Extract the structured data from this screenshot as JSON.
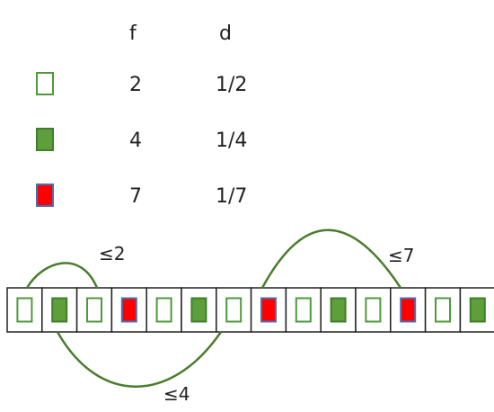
{
  "legend": {
    "headers": {
      "f": "f",
      "d": "d"
    },
    "rows": [
      {
        "icon": "hollow-green-square-icon",
        "f": "2",
        "d": "1/2"
      },
      {
        "icon": "filled-green-square-icon",
        "f": "4",
        "d": "1/4"
      },
      {
        "icon": "red-square-icon",
        "f": "7",
        "d": "1/7"
      }
    ]
  },
  "strip": {
    "cells": [
      "empty",
      "green",
      "empty",
      "red",
      "empty",
      "green",
      "empty",
      "red",
      "empty",
      "green",
      "empty",
      "red",
      "empty",
      "green"
    ]
  },
  "arcs": [
    {
      "label": "≤2",
      "side": "above"
    },
    {
      "label": "≤4",
      "side": "below"
    },
    {
      "label": "≤7",
      "side": "above"
    }
  ],
  "colors": {
    "hollow_border": "#4e9a3a",
    "green_fill": "#5e9e3b",
    "green_border": "#3f7f2c",
    "red_fill": "#ff0000",
    "red_border": "#4a6fb3",
    "arc": "#4a7d2e",
    "cell_border": "#222222"
  }
}
